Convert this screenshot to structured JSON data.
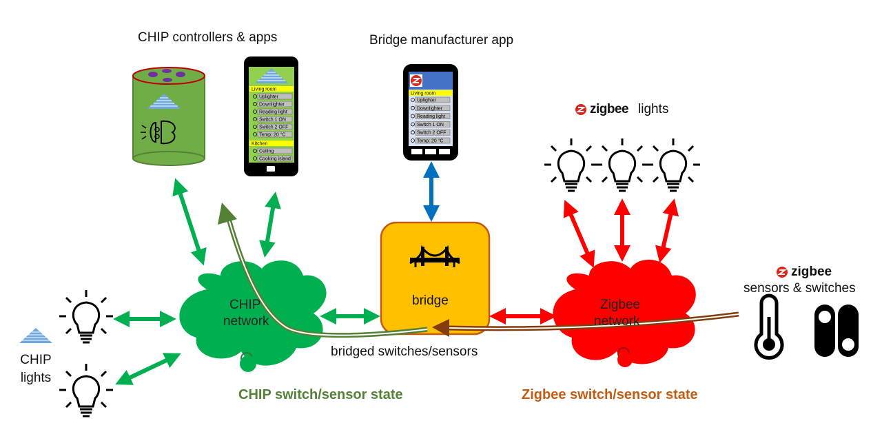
{
  "titles": {
    "controllers": "CHIP controllers & apps",
    "bridge_app": "Bridge manufacturer app",
    "zigbee_brand": "zigbee",
    "zigbee_lights": "lights",
    "zigbee_sensors": "sensors & switches"
  },
  "clouds": {
    "chip_line1": "CHIP",
    "chip_line2": "network",
    "zigbee_line1": "Zigbee",
    "zigbee_line2": "network"
  },
  "bridge": {
    "label": "bridge",
    "caption": "bridged switches/sensors"
  },
  "chip_lights": {
    "line1": "CHIP",
    "line2": "lights"
  },
  "states": {
    "chip": "CHIP switch/sensor state",
    "zigbee": "Zigbee switch/sensor state"
  },
  "phone_chip": {
    "section1": "Living room",
    "items1": [
      "Uplighter",
      "Downlighter",
      "Reading light",
      "Switch 1 ON",
      "Switch 2 OFF",
      "Temp: 20 °C"
    ],
    "section2": "Kitchen",
    "items2": [
      "Ceiling",
      "Cooking island"
    ]
  },
  "phone_bridge": {
    "section1": "Living room",
    "items1": [
      "Uplighter",
      "Downlighter",
      "Reading light",
      "Switch 1 ON",
      "Switch 2 OFF",
      "Temp: 20 °C"
    ]
  },
  "colors": {
    "chip_green": "#00b050",
    "state_green": "#538135",
    "zigbee_red": "#ff0000",
    "zigbee_brown": "#833c0b",
    "bridge_yellow": "#ffc000",
    "bridge_arrow_blue": "#0070c0",
    "chip_state_text": "#538135",
    "zigbee_state_text": "#c55a11"
  }
}
